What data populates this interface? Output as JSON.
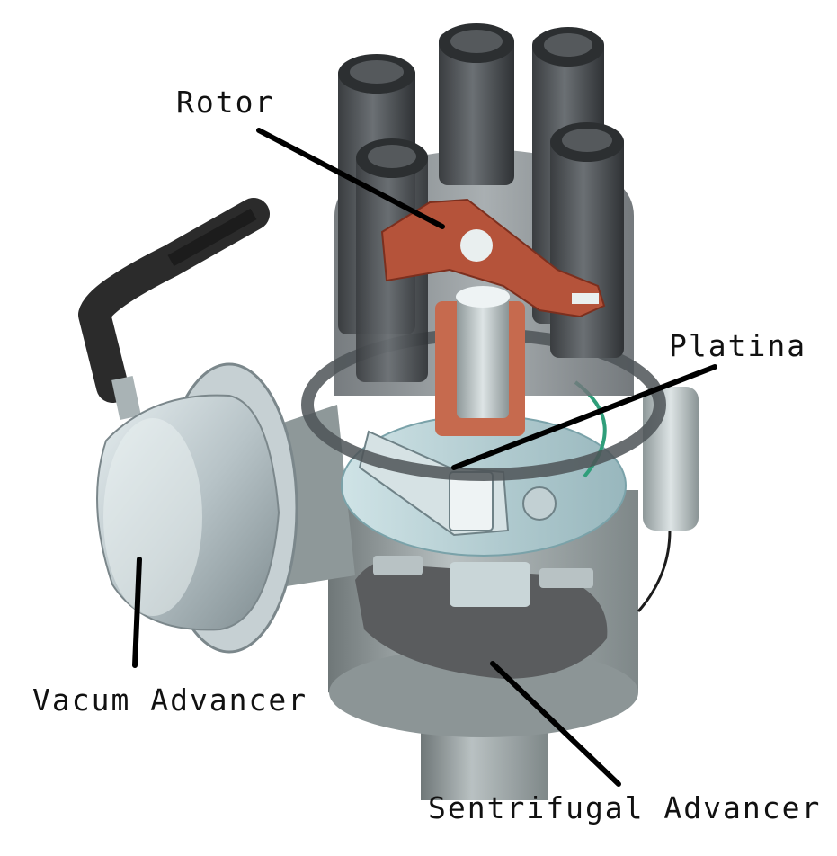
{
  "labels": {
    "rotor": "Rotor",
    "breaker_points": "Platina",
    "vacuum_advancer": "Vacum Advancer",
    "centrifugal_advancer": "Sentrifugal Advancer"
  },
  "colors": {
    "background": "#ffffff",
    "label_text": "#111111",
    "leader_line": "#000000",
    "cap_towers": "#4a4e52",
    "rotor": "#b5533a",
    "vacuum_canister": "#c9d3d6",
    "body_metal": "#9aa3a4",
    "advance_plate": "#5a5c5e",
    "condenser_wire": "#2f9e7a"
  }
}
